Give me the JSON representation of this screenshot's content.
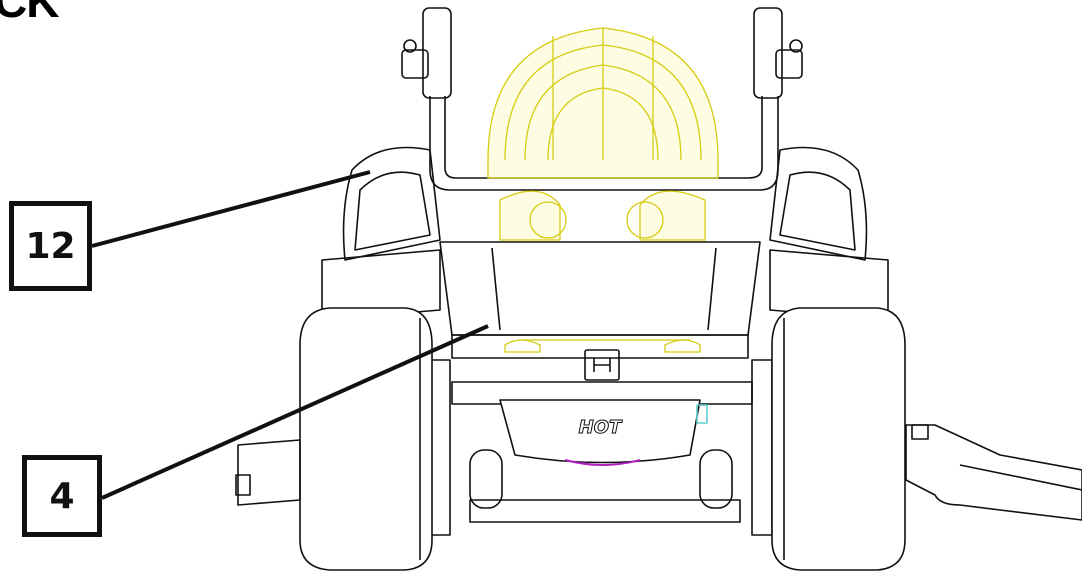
{
  "header": {
    "partial_text": "CK"
  },
  "callouts": [
    {
      "id": "12",
      "label": "12"
    },
    {
      "id": "4",
      "label": "4"
    }
  ],
  "machine": {
    "badge_text": "HOT"
  },
  "colors": {
    "line": "#111111",
    "highlight": "#f2ea2a",
    "accent": "#b020c0",
    "tint": "#5fd0d0"
  }
}
